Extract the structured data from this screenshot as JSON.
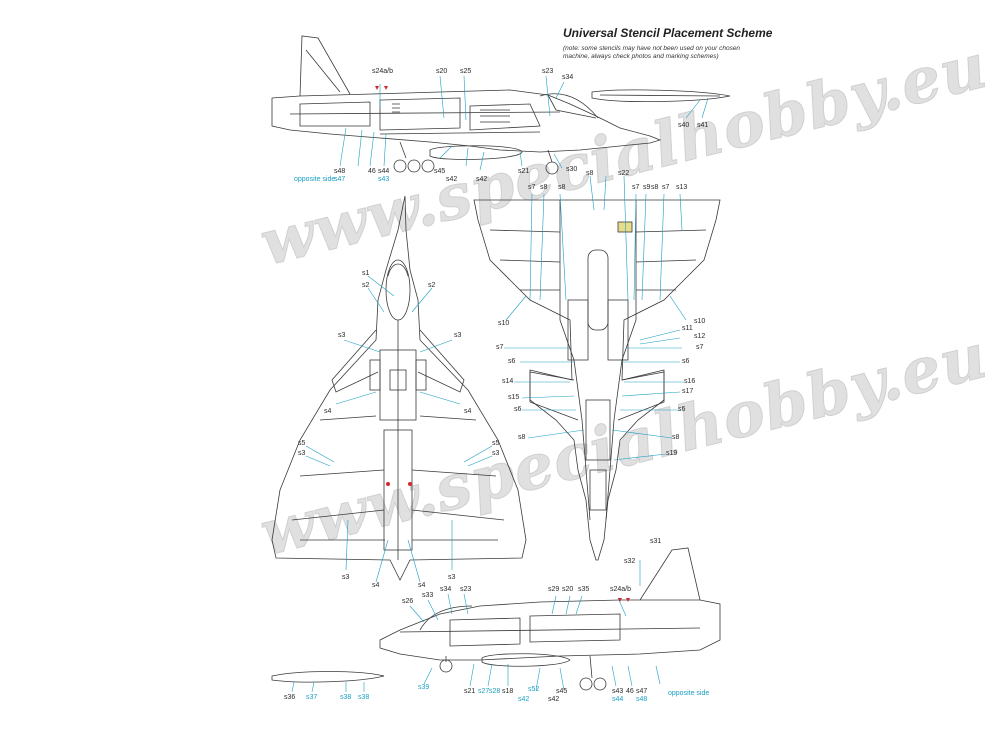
{
  "header": {
    "title": "Universal Stencil Placement Scheme",
    "note": "(note: some stencils may have not been used on your chosen machine, always check photos and marking schemes)"
  },
  "watermark": "www.specialhobby.eu",
  "colors": {
    "line": "#3a3a3a",
    "leader": "#1a9fc2",
    "cyan_text": "#1a9fc2",
    "red_mark": "#d8262c"
  },
  "labels": {
    "side1": [
      "s24a/b",
      "s20",
      "s25",
      "s23",
      "s34",
      "s40",
      "s41",
      "s48",
      "46",
      "s44",
      "s45",
      "s43",
      "s42",
      "s42",
      "s21",
      "s30",
      "opposite side",
      "s47"
    ],
    "top": [
      "s1",
      "s2",
      "s2",
      "s3",
      "s3",
      "s4",
      "s4",
      "s5",
      "s3",
      "s5",
      "s3",
      "s3",
      "s4",
      "s4",
      "s3"
    ],
    "bottom": [
      "s7",
      "s8",
      "s8",
      "s8",
      "s22",
      "s7",
      "s9",
      "s8",
      "s7",
      "s13",
      "s10",
      "s10",
      "s11",
      "s12",
      "s7",
      "s7",
      "s6",
      "s6",
      "s14",
      "s16",
      "s15",
      "s17",
      "s6",
      "s6",
      "s8",
      "s8",
      "s19"
    ],
    "side2": [
      "s31",
      "s32",
      "s26",
      "s33",
      "s34",
      "s23",
      "s29",
      "s20",
      "s35",
      "s24a/b",
      "s36",
      "s37",
      "s38",
      "s38",
      "s39",
      "s21",
      "s27",
      "s28",
      "s18",
      "s43",
      "s44",
      "46",
      "s47",
      "s48",
      "opposite side",
      "s42",
      "s45",
      "s52",
      "s42"
    ]
  }
}
